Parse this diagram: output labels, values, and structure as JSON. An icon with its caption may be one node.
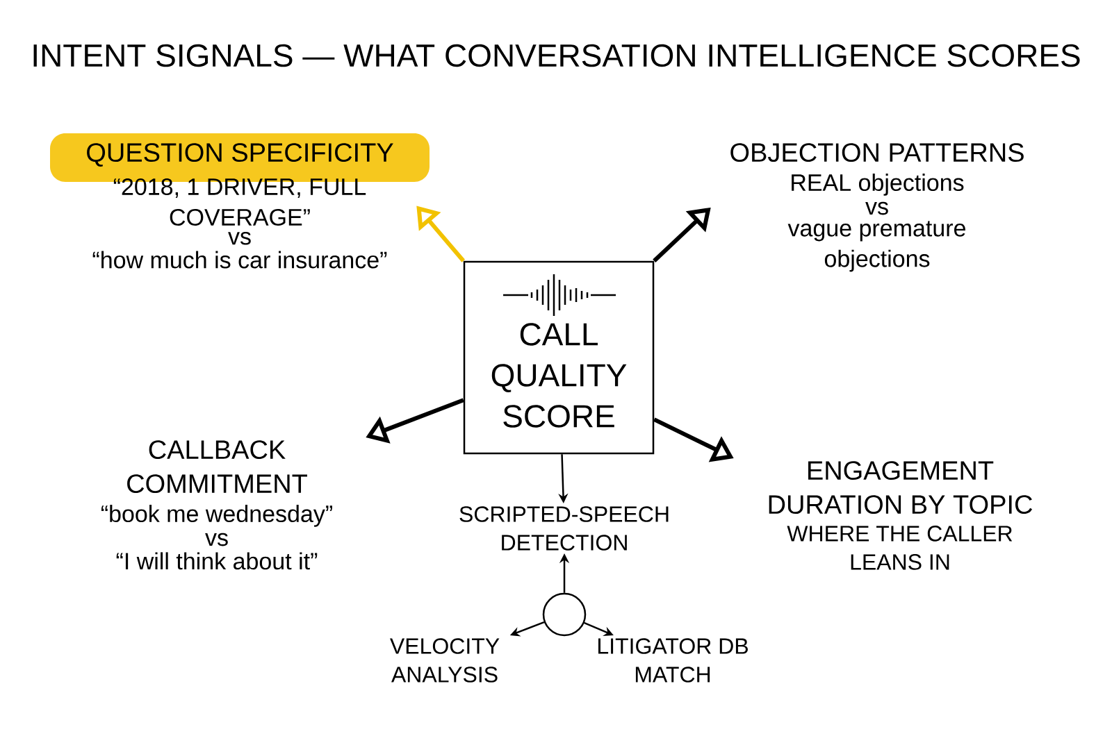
{
  "diagram": {
    "title": "INTENT SIGNALS — WHAT CONVERSATION INTELLIGENCE SCORES",
    "nodes": [
      {
        "text": [
          "CALL QUALITY SCORE"
        ]
      },
      {
        "text": [
          "QUESTION SPECIFICITY",
          "“2018, 1 DRIVER, FULL COVERAGE”",
          "vs",
          "“how much is car insurance”"
        ]
      },
      {
        "text": [
          "OBJECTION PATTERNS",
          "REAL objections",
          "vs",
          "vague premature objections"
        ]
      },
      {
        "text": [
          "CALLBACK COMMITMENT",
          "“book me wednesday”",
          "vs",
          "“I will think about it”"
        ]
      },
      {
        "text": [
          "ENGAGEMENT DURATION BY TOPIC",
          "WHERE THE CALLER LEANS IN"
        ]
      },
      {
        "text": [
          "SCRIPTED-SPEECH DETECTION"
        ]
      },
      {
        "text": [],
        "shape": "circle"
      },
      {
        "text": [
          "VELOCITY ANALYSIS"
        ]
      },
      {
        "text": [
          "LITIGATOR DB MATCH"
        ]
      }
    ],
    "edges": [
      {
        "from": 0,
        "to": 1,
        "arrow": "to",
        "style": "thick",
        "color": "#f2c200"
      },
      {
        "from": 0,
        "to": 2,
        "arrow": "to",
        "style": "thick"
      },
      {
        "from": 0,
        "to": 3,
        "arrow": "to",
        "style": "thick"
      },
      {
        "from": 0,
        "to": 4,
        "arrow": "to",
        "style": "thick"
      },
      {
        "from": 0,
        "to": 5,
        "arrow": "to"
      },
      {
        "from": 6,
        "to": 5,
        "arrow": "to"
      },
      {
        "from": 6,
        "to": 7,
        "arrow": "to"
      },
      {
        "from": 6,
        "to": 8,
        "arrow": "to"
      }
    ]
  }
}
